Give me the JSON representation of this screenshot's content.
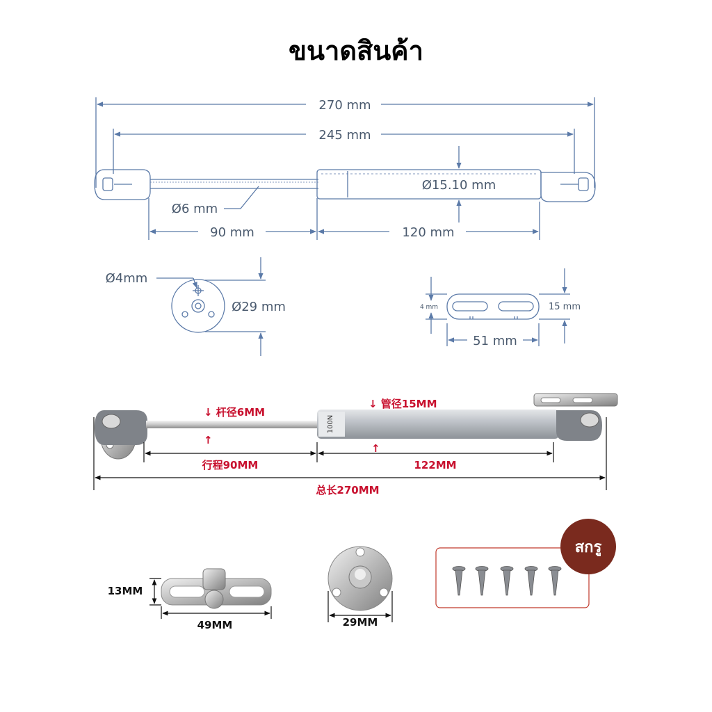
{
  "title": "ขนาดสินค้า",
  "drawing": {
    "total_length": "270 mm",
    "body_length": "245 mm",
    "tube_diameter": "Ø15.10 mm",
    "rod_diameter": "Ø6 mm",
    "stroke": "90 mm",
    "tube_length": "120 mm",
    "hole_diameter": "Ø4mm",
    "disc_diameter": "Ø29 mm",
    "plate_hole": "4 mm",
    "plate_height": "15 mm",
    "plate_width": "51 mm"
  },
  "photo": {
    "rod_label": "↓ 杆径6MM",
    "tube_label": "↓ 管径15MM",
    "stroke_label": "行程90MM",
    "tube_length_label": "122MM",
    "total_label": "总长270MM",
    "tube_print": "100N"
  },
  "parts": {
    "plate_height": "13MM",
    "plate_width": "49MM",
    "disc_width": "29MM",
    "screws_badge": "สกรู"
  },
  "colors": {
    "drawing_line": "#5b7aa8",
    "label_red": "#c8102e",
    "badge": "#7a2a1e",
    "box_border": "#c0392b"
  }
}
